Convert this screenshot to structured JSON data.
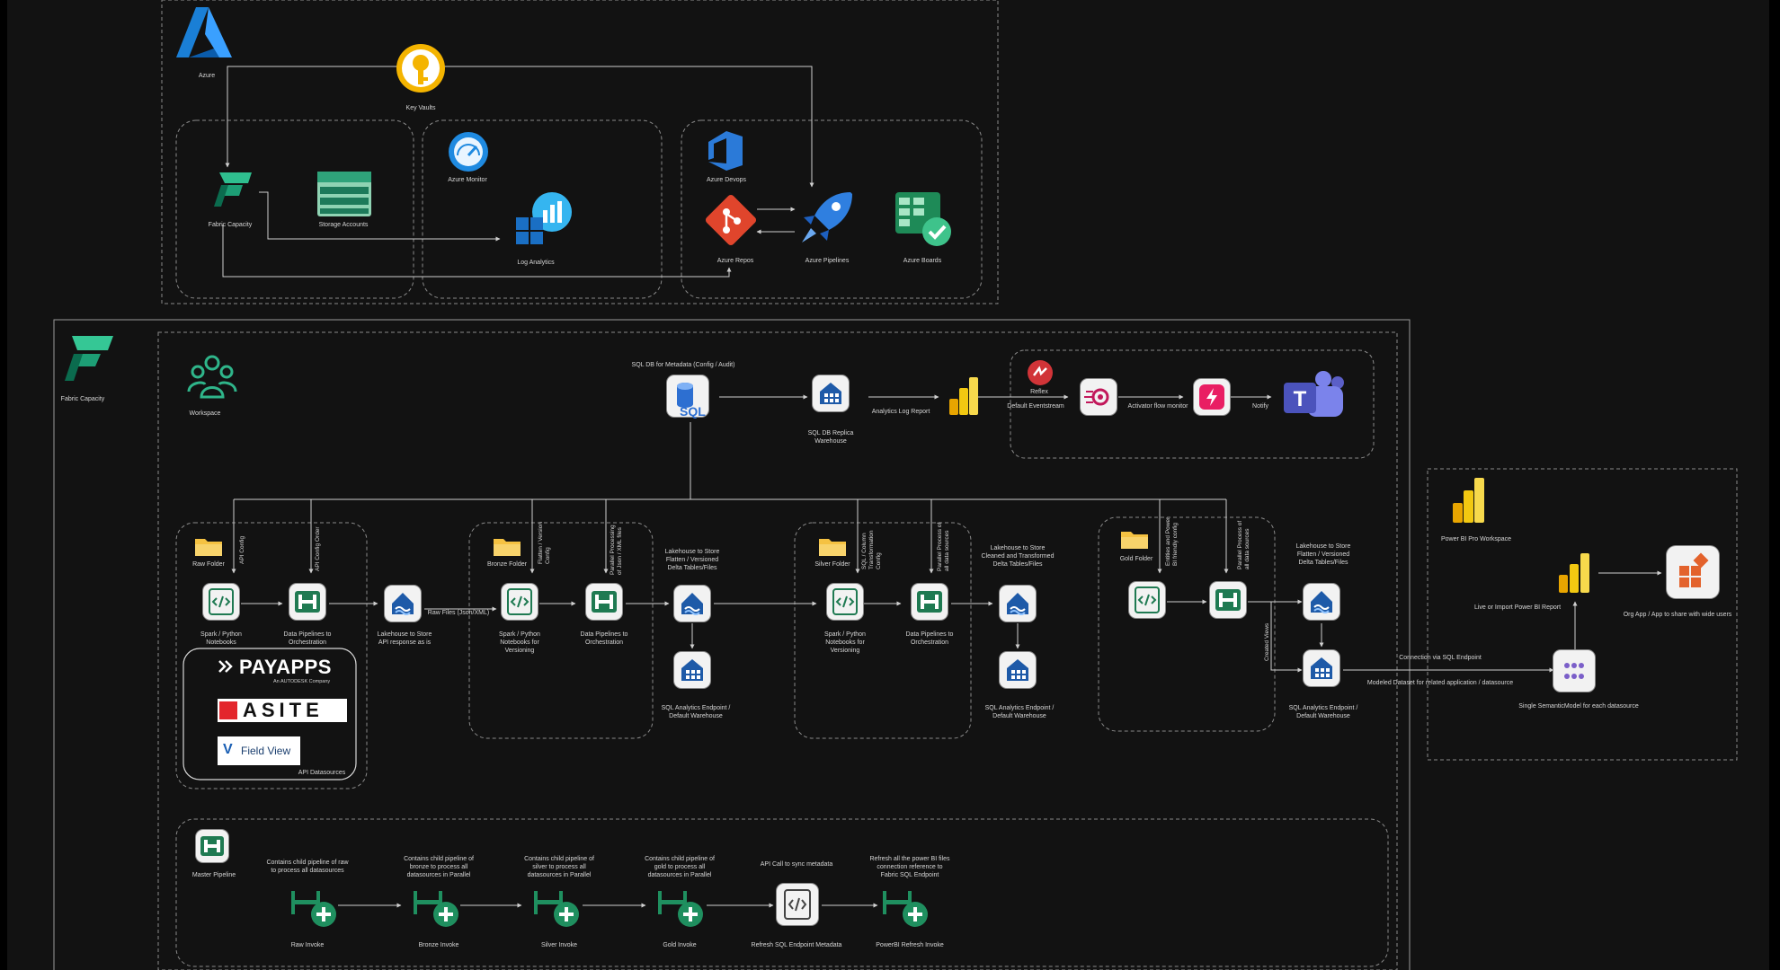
{
  "azure": {
    "azure_label": "Azure",
    "key_vaults": "Key Vaults",
    "fabric_capacity": "Fabric Capacity",
    "storage_accounts": "Storage Accounts",
    "azure_monitor": "Azure Monitor",
    "log_analytics": "Log Analytics",
    "azure_devops": "Azure Devops",
    "azure_repos": "Azure Repos",
    "azure_pipelines": "Azure Pipelines",
    "azure_boards": "Azure Boards"
  },
  "fabric": {
    "fabric_capacity": "Fabric Capacity",
    "workspace": "Workspace",
    "sql_db_meta": "SQL DB for Metadata (Config / Audit)",
    "sql_badge": "SQL",
    "sql_db_replica": "SQL DB Replica\nWarehouse",
    "analytics_log_report": "Analytics Log Report",
    "reflex": "Reflex",
    "default_eventstream": "Default Eventstream",
    "activator_flow_monitor": "Activator flow monitor",
    "notify": "Notify"
  },
  "raw": {
    "folder": "Raw Folder",
    "api_config": "API Config",
    "api_config_order": "API Config Order",
    "notebooks": "Spark / Python\nNotebooks",
    "pipelines": "Data Pipelines to\nOrchestration",
    "lakehouse_api": "Lakehouse to Store\nAPI response as is",
    "raw_files": "Raw Files (Json/XML)"
  },
  "datasources": {
    "payapps": "PAYAPPS",
    "payapps_sub": "An AUTODESK Company",
    "asite": "ASITE",
    "fieldview": "Field View",
    "label": "API Datasources"
  },
  "bronze": {
    "folder": "Bronze Folder",
    "flatten_config": "Flatten / Version Config",
    "parallel": "Parallel Processing of Json / XML files",
    "notebooks": "Spark / Python\nNotebooks for\nVersioning",
    "pipelines": "Data Pipelines to\nOrchestration",
    "lakehouse": "Lakehouse to Store\nFlatten / Versioned\nDelta Tables/Files",
    "sql_endpoint": "SQL Analytics Endpoint /\nDefault Warehouse"
  },
  "silver": {
    "folder": "Silver Folder",
    "column_config": "SQL / Column Transformation Config",
    "parallel": "Parallel Process of all data sources",
    "notebooks": "Spark / Python\nNotebooks for\nVersioning",
    "pipelines": "Data Pipelines to\nOrchestration",
    "lakehouse": "Lakehouse to Store\nCleaned and Transformed\nDelta Tables/Files",
    "sql_endpoint": "SQL Analytics Endpoint /\nDefault Warehouse"
  },
  "gold": {
    "folder": "Gold Folder",
    "pbi_config": "Entities and Power BI friendly config",
    "parallel": "Parallel Process of all data sources",
    "lakehouse": "Lakehouse to Store\nFlatten / Versioned\nDelta Tables/Files",
    "sql_endpoint": "SQL Analytics Endpoint /\nDefault Warehouse",
    "created_views": "Created Views"
  },
  "powerbi": {
    "workspace": "Power BI Pro Workspace",
    "live_import": "Live or Import Power BI Report",
    "org_app": "Org App / App to share with wide users",
    "semantic_model": "Single SemanticModel for each datasource",
    "connection": "Connection via SQL Endpoint",
    "modeled_dataset": "Modeled Dataset for related application / datasource"
  },
  "master": {
    "master_pipeline": "Master Pipeline",
    "raw_desc": "Contains child pipeline of raw\nto process all datasources",
    "bronze_desc": "Contains child pipeline of\nbronze to process all\ndatasources in Parallel",
    "silver_desc": "Contains child pipeline of\nsilver to process all\ndatasources in Parallel",
    "gold_desc": "Contains child pipeline of\ngold to process all\ndatasources in Parallel",
    "api_desc": "API Call to sync metadata",
    "pbi_desc": "Refresh all the power BI files\nconnection reference to\nFabric SQL Endpoint",
    "raw_invoke": "Raw Invoke",
    "bronze_invoke": "Bronze Invoke",
    "silver_invoke": "Silver Invoke",
    "gold_invoke": "Gold Invoke",
    "refresh_sql": "Refresh SQL Endpoint Metadata",
    "pbi_refresh": "PowerBI Refresh Invoke"
  },
  "colors": {
    "canvas": "#121212",
    "line": "#cfcfcf",
    "dashed": "#8a8a8a",
    "pipeline_green": "#1f7a52",
    "warehouse_blue": "#1e5aa8",
    "folder_yellow": "#f5c242",
    "powerbi_yellow": "#f2c811",
    "teams_purple": "#5b5fc7"
  }
}
